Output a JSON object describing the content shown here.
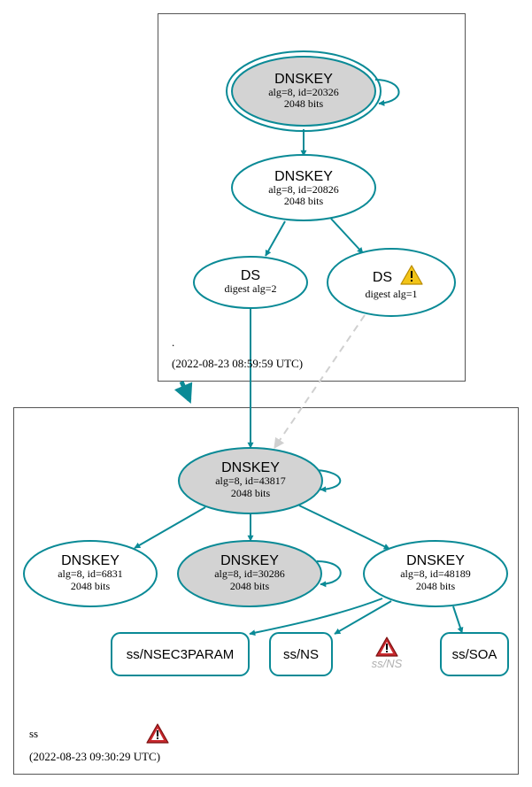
{
  "colors": {
    "edge": "#0a8a96",
    "node_stroke": "#0a8a96",
    "ksk_fill": "#d3d3d3",
    "plain_fill": "#ffffff",
    "dashed_edge": "#cccccc",
    "zone_border": "#555555",
    "error_red": "#c8282d",
    "warning_yellow": "#f2c418"
  },
  "root_zone": {
    "name": ".",
    "timestamp": "(2022-08-23 08:59:59 UTC)",
    "ksk": {
      "title": "DNSKEY",
      "line1": "alg=8, id=20326",
      "line2": "2048 bits"
    },
    "zsk": {
      "title": "DNSKEY",
      "line1": "alg=8, id=20826",
      "line2": "2048 bits"
    },
    "ds_ok": {
      "title": "DS",
      "line1": "digest alg=2"
    },
    "ds_warn": {
      "title": "DS",
      "line1": "digest alg=1",
      "icon": "warning-triangle-icon"
    }
  },
  "ss_zone": {
    "name": "ss",
    "timestamp": "(2022-08-23 09:30:29 UTC)",
    "zone_icon": "error-triangle-icon",
    "ksk": {
      "title": "DNSKEY",
      "line1": "alg=8, id=43817",
      "line2": "2048 bits"
    },
    "key_6831": {
      "title": "DNSKEY",
      "line1": "alg=8, id=6831",
      "line2": "2048 bits"
    },
    "key_30286": {
      "title": "DNSKEY",
      "line1": "alg=8, id=30286",
      "line2": "2048 bits"
    },
    "key_48189": {
      "title": "DNSKEY",
      "line1": "alg=8, id=48189",
      "line2": "2048 bits"
    },
    "rrsets": {
      "nsec3param": "ss/NSEC3PARAM",
      "ns": "ss/NS",
      "soa": "ss/SOA"
    },
    "ghost_ns": {
      "label": "ss/NS",
      "icon": "error-triangle-icon"
    }
  }
}
